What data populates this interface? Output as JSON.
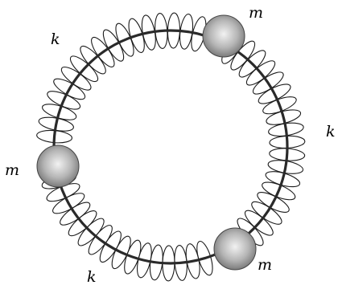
{
  "diagram": {
    "masses": [
      {
        "label": "m"
      },
      {
        "label": "m"
      },
      {
        "label": "m"
      }
    ],
    "springs": [
      {
        "label": "k"
      },
      {
        "label": "k"
      },
      {
        "label": "k"
      }
    ],
    "colors": {
      "ring": "#2a2a2a",
      "coil": "#1a1a1a",
      "mass_light": "#f2f2f2",
      "mass_dark": "#6e6e6e",
      "mass_edge": "#444444"
    }
  }
}
